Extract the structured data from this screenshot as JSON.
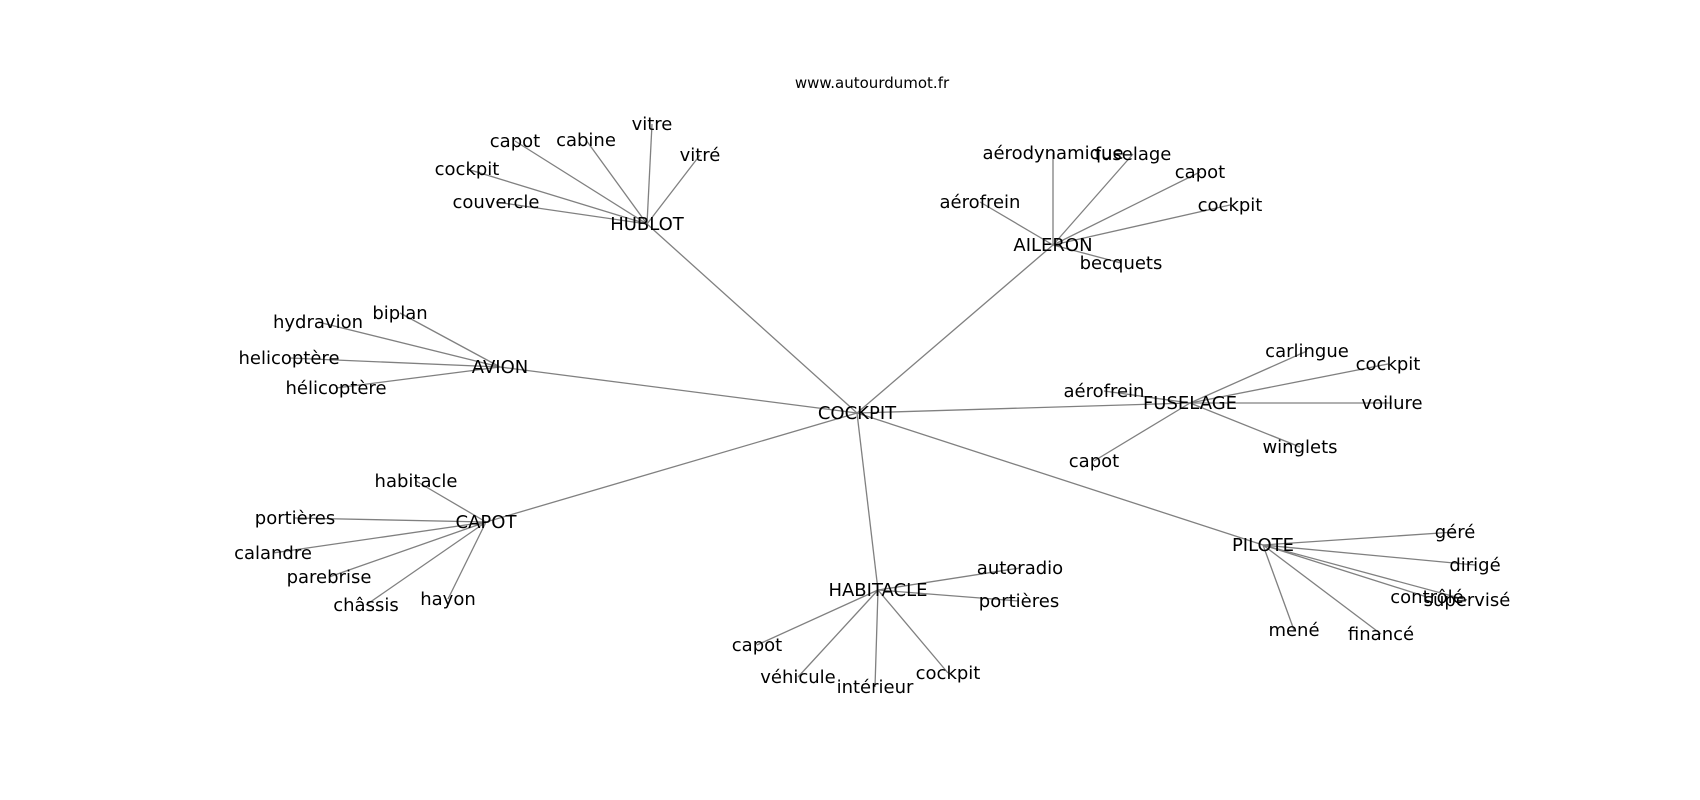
{
  "source": "www.autourdumot.fr",
  "center": "COCKPIT",
  "hubs": [
    {
      "id": "HUBLOT",
      "label": "HUBLOT",
      "leaves": [
        "capot",
        "cabine",
        "vitre",
        "vitré",
        "cockpit",
        "couvercle"
      ]
    },
    {
      "id": "AILERON",
      "label": "AILERON",
      "leaves": [
        "aérodynamique",
        "fuselage",
        "capot",
        "cockpit",
        "aérofrein",
        "becquets"
      ]
    },
    {
      "id": "AVION",
      "label": "AVION",
      "leaves": [
        "hydravion",
        "biplan",
        "helicoptère",
        "hélicoptère"
      ]
    },
    {
      "id": "FUSELAGE",
      "label": "FUSELAGE",
      "leaves": [
        "carlingue",
        "cockpit",
        "aérofrein",
        "voilure",
        "winglets",
        "capot"
      ]
    },
    {
      "id": "CAPOT",
      "label": "CAPOT",
      "leaves": [
        "habitacle",
        "portières",
        "calandre",
        "parebrise",
        "châssis",
        "hayon"
      ]
    },
    {
      "id": "PILOTE",
      "label": "PILOTE",
      "leaves": [
        "géré",
        "dirigé",
        "contrôlé",
        "supervisé",
        "mené",
        "financé"
      ]
    },
    {
      "id": "HABITACLE",
      "label": "HABITACLE",
      "leaves": [
        "autoradio",
        "portières",
        "capot",
        "véhicule",
        "intérieur",
        "cockpit"
      ]
    }
  ]
}
